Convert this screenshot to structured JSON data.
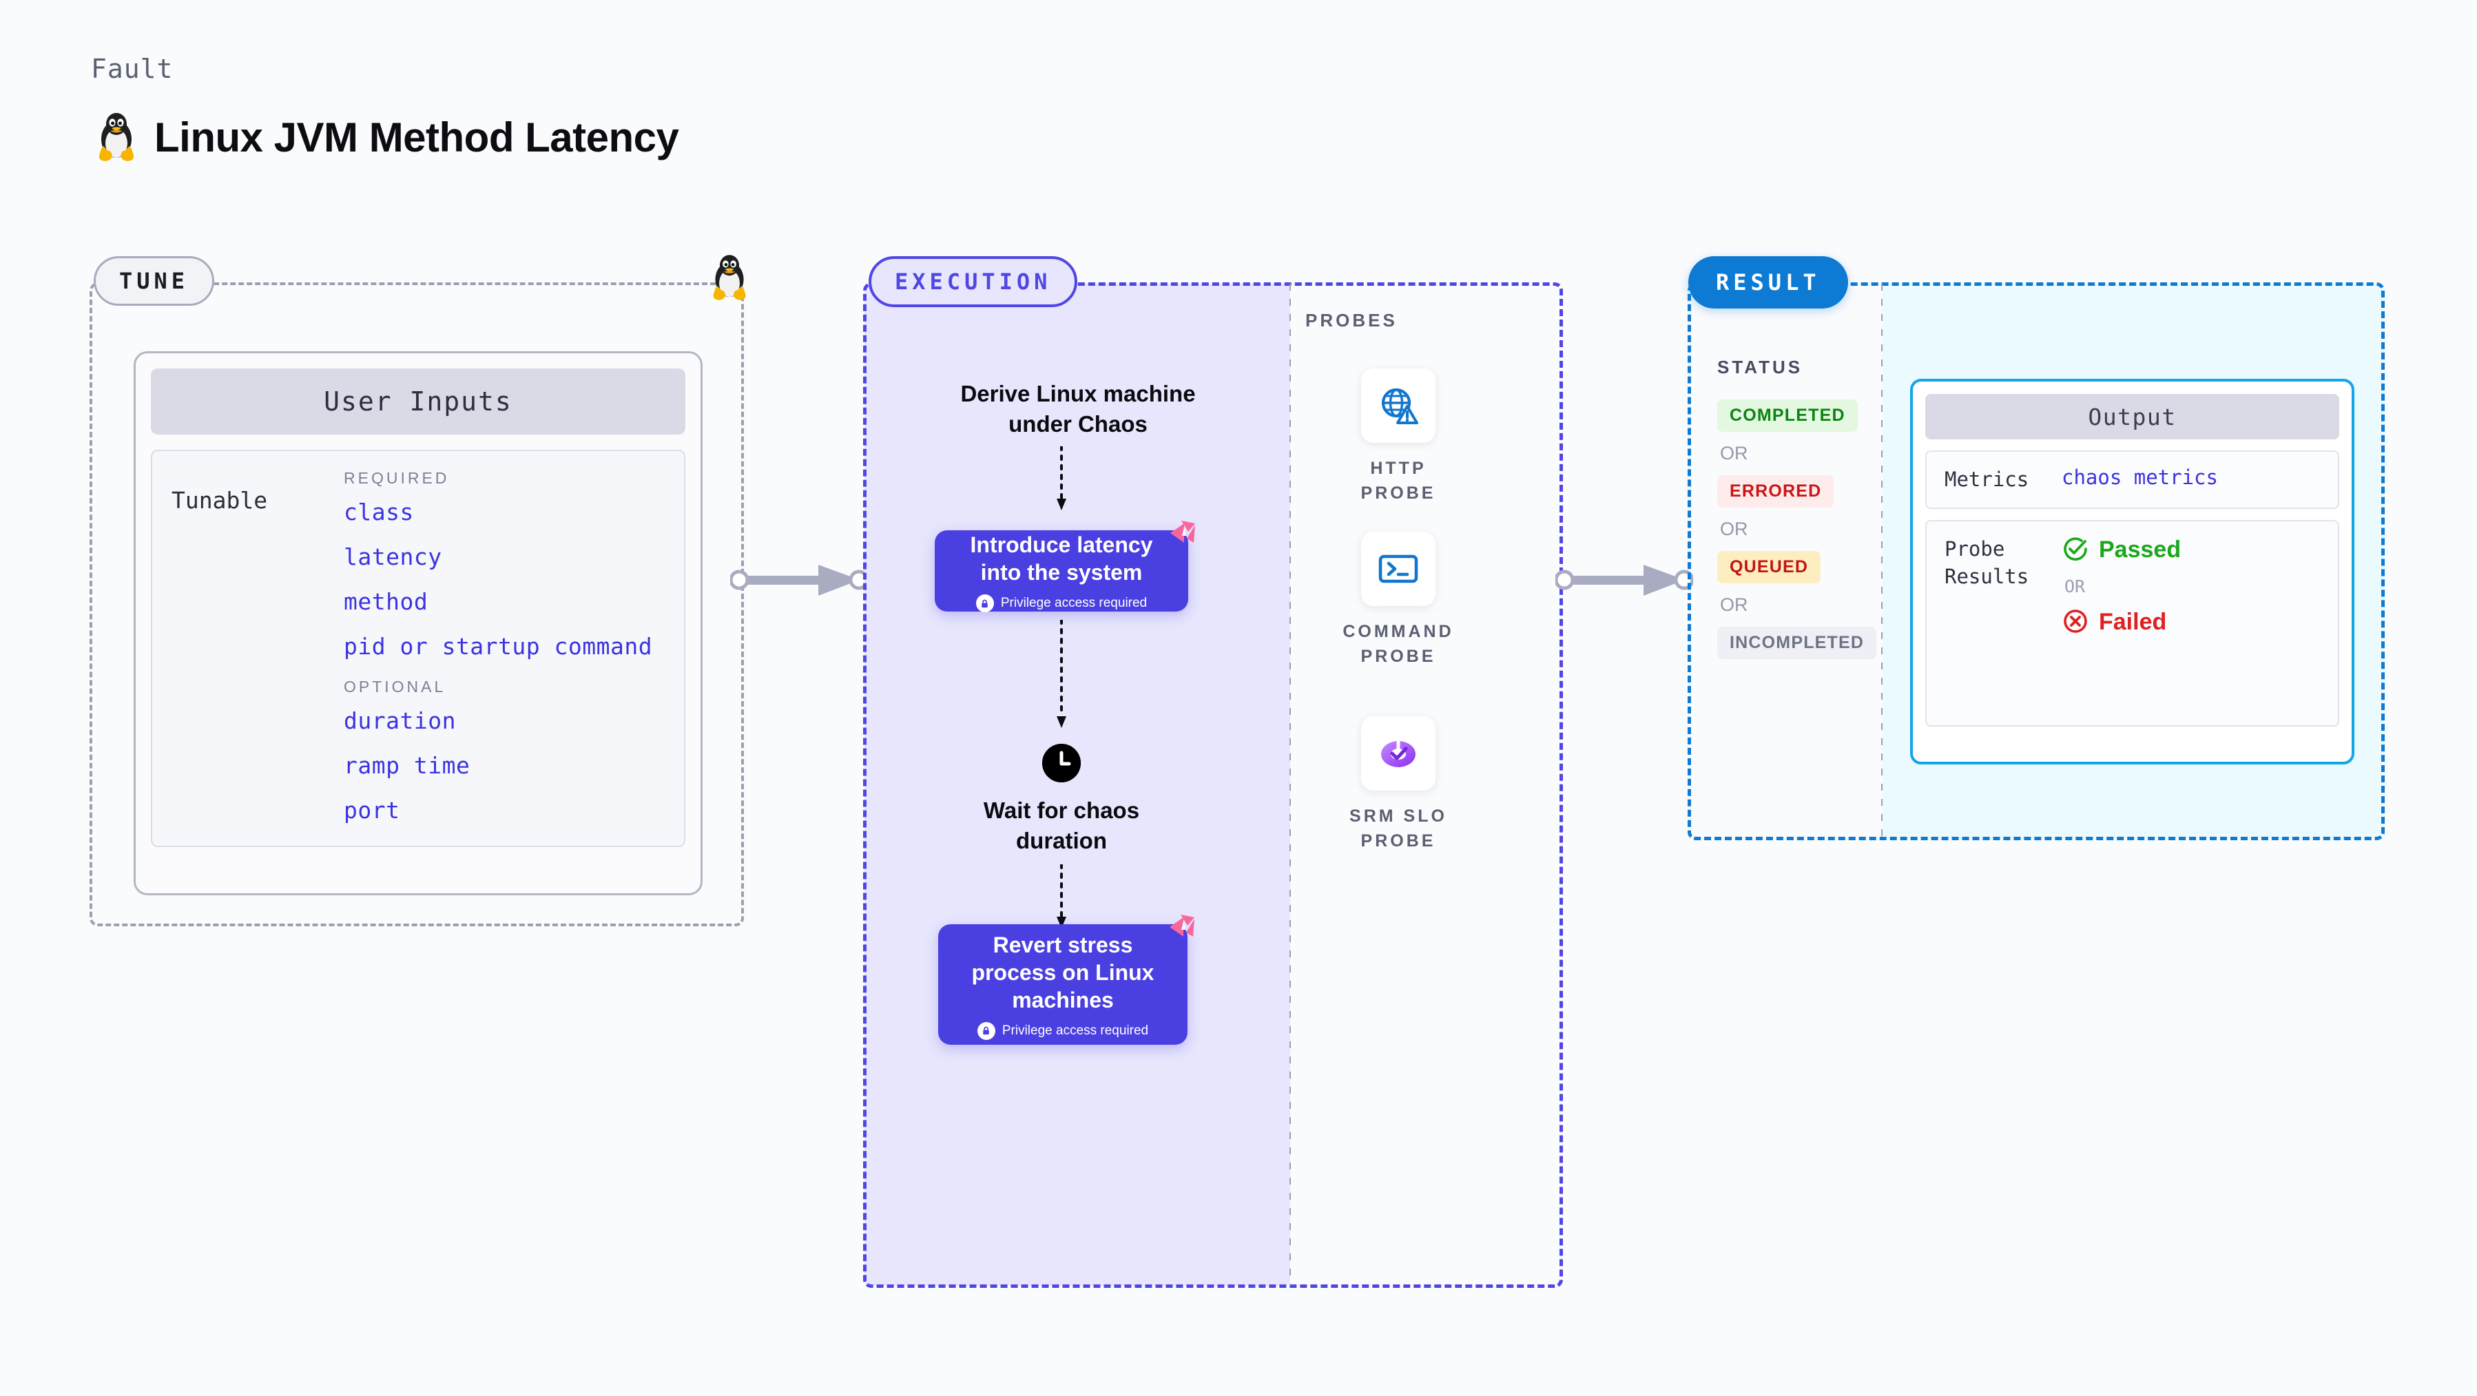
{
  "header": {
    "kicker": "Fault",
    "title": "Linux JVM Method Latency",
    "icon": "linux-tux-penguin"
  },
  "tune": {
    "badge": "TUNE",
    "decor_icon": "linux-tux-penguin",
    "card": {
      "header": "User Inputs",
      "row_label": "Tunable",
      "groups": [
        {
          "label": "REQUIRED",
          "items": [
            "class",
            "latency",
            "method",
            "pid or startup command"
          ]
        },
        {
          "label": "OPTIONAL",
          "items": [
            "duration",
            "ramp time",
            "port"
          ]
        }
      ]
    }
  },
  "execution": {
    "badge": "EXECUTION",
    "flow_title": "Derive Linux machine under Chaos",
    "steps": [
      {
        "title": "Introduce latency into the system",
        "note": "Privilege access required",
        "note_icon": "lock-icon",
        "corner_icon": "litmus-chaos-logo"
      },
      {
        "title": "Revert stress process on Linux machines",
        "note": "Privilege access required",
        "note_icon": "lock-icon",
        "corner_icon": "litmus-chaos-logo"
      }
    ],
    "wait": {
      "icon": "clock-icon",
      "label": "Wait for chaos duration"
    }
  },
  "probes": {
    "label": "PROBES",
    "items": [
      {
        "name": "HTTP PROBE",
        "icon": "globe-warning-icon"
      },
      {
        "name": "COMMAND PROBE",
        "icon": "terminal-icon"
      },
      {
        "name": "SRM SLO PROBE",
        "icon": "slo-donut-check-icon"
      }
    ]
  },
  "result": {
    "badge": "RESULT",
    "status_label": "STATUS",
    "or_text": "OR",
    "statuses": [
      {
        "label": "COMPLETED",
        "style": "completed"
      },
      {
        "label": "ERRORED",
        "style": "errored"
      },
      {
        "label": "QUEUED",
        "style": "queued"
      },
      {
        "label": "INCOMPLETED",
        "style": "incomplete"
      }
    ],
    "output": {
      "header": "Output",
      "metrics_key": "Metrics",
      "metrics_value": "chaos metrics",
      "probe_key": "Probe Results",
      "passed": "Passed",
      "failed": "Failed",
      "or_text": "OR",
      "passed_icon": "check-circle-icon",
      "failed_icon": "x-circle-icon"
    }
  },
  "colors": {
    "background": "#fafbfd",
    "tune_border": "#9aa0b0",
    "execution_accent": "#4f46e5",
    "execution_fill": "#e7e6fd",
    "result_accent": "#0d7ad4",
    "result_fill": "#eafaff",
    "output_border": "#12a5e8",
    "task_box": "#4a3fe0",
    "input_link": "#3b33e0",
    "litmus_pink": "#f7669c",
    "connector": "#a9acc0"
  }
}
